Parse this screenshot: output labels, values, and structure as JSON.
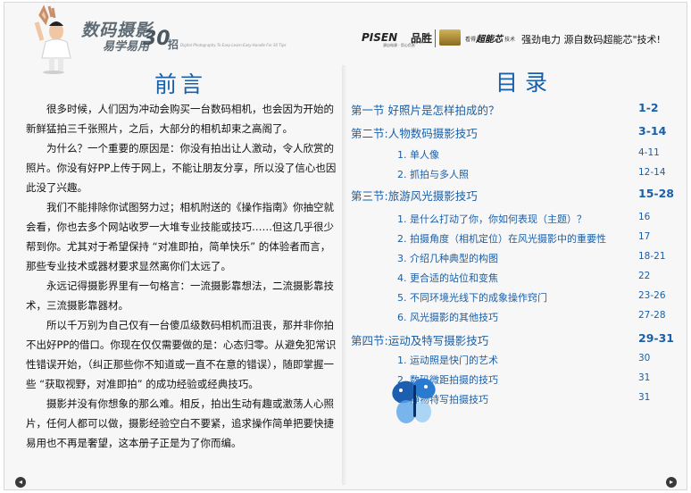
{
  "header": {
    "book_title": "数码摄影",
    "book_subtitle": "易学易用",
    "book_count": "30",
    "book_count_unit": "招",
    "book_title_en": "Digital Photography To Easy-Learn-Easy-Handle For 30 Tips",
    "brand_name": "PISEN",
    "brand_name_cn": "品胜",
    "brand_tagline": "源自电源 · 用心负责",
    "chip_prefix": "看得",
    "chip_name": "超能芯",
    "chip_suffix": "技术",
    "slogan": "强劲电力 源自数码超能芯\"技术!"
  },
  "preface": {
    "title": "前言",
    "paragraphs": [
      "很多时候，人们因为冲动会购买一台数码相机，也会因为开始的新鲜猛拍三千张照片，之后，大部分的相机却束之高阁了。",
      "为什么？一个重要的原因是：你没有拍出让人激动，令人欣赏的照片。你没有好PP上传于网上，不能让朋友分享，所以没了信心也因此没了兴趣。",
      "我们不能排除你试图努力过；相机附送的《操作指南》你抽空就会看，你也去多个网站收罗一大堆专业技能或技巧……但这几乎很少帮到你。尤其对于希望保持 “对准即拍，简单快乐” 的体验者而言，那些专业技术或器材要求显然离你们太远了。",
      "永远记得摄影界里有一句格言：一流摄影靠想法，二流摄影靠技术，三流摄影靠器材。",
      "所以千万别为自己仅有一台傻瓜级数码相机而沮丧，那并非你拍不出好PP的借口。你现在仅仅需要做的是：心态归零。从避免犯常识性错误开始，（纠正那些你不知道或一直不在意的错误），随即掌握一些 “获取视野，对准即拍” 的成功经验或经典技巧。",
      "摄影并没有你想象的那么难。相反，拍出生动有趣或激荡人心照片，任何人都可以做，摄影经验空白不要紧，追求操作简单把要快捷易用也不再是奢望，这本册子正是为了你而编。"
    ]
  },
  "toc": {
    "title": "目录",
    "rows": [
      {
        "kind": "sec",
        "text": "第一节  好照片是怎样拍成的？",
        "page": "1-2"
      },
      {
        "kind": "sec",
        "text": "第二节:人物数码摄影技巧",
        "page": "3-14"
      },
      {
        "kind": "sub",
        "text": "1. 单人像",
        "page": "4-11"
      },
      {
        "kind": "sub",
        "text": "2. 抓拍与多人照",
        "page": "12-14"
      },
      {
        "kind": "sec",
        "text": "第三节:旅游风光摄影技巧",
        "page": "15-28"
      },
      {
        "kind": "sub",
        "text": "1. 是什么打动了你，你如何表现（主题）？",
        "page": "16"
      },
      {
        "kind": "sub",
        "text": "2. 拍摄角度（相机定位）在风光摄影中的重要性",
        "page": "17"
      },
      {
        "kind": "sub",
        "text": "3. 介绍几种典型的构图",
        "page": "18-21"
      },
      {
        "kind": "sub",
        "text": "4. 更合适的站位和变焦",
        "page": "22"
      },
      {
        "kind": "sub",
        "text": "5. 不同环境光线下的成象操作窍门",
        "page": "23-26"
      },
      {
        "kind": "sub",
        "text": "6. 风光摄影的其他技巧",
        "page": "27-28"
      },
      {
        "kind": "sec",
        "text": "第四节:运动及特写摄影技巧",
        "page": "29-31"
      },
      {
        "kind": "sub",
        "text": "1. 运动照是快门的艺术",
        "page": "30"
      },
      {
        "kind": "sub",
        "text": "2. 数码微距拍摄的技巧",
        "page": "31"
      },
      {
        "kind": "sub",
        "text": "3. 静物特写拍摄技巧",
        "page": "31"
      }
    ]
  },
  "footer": {
    "prev_page_icon": "prev-page-icon",
    "next_page_icon": "next-page-icon"
  },
  "colors": {
    "accent": "#1a5fa8",
    "text": "#111111",
    "background": "#f7f7f7"
  }
}
